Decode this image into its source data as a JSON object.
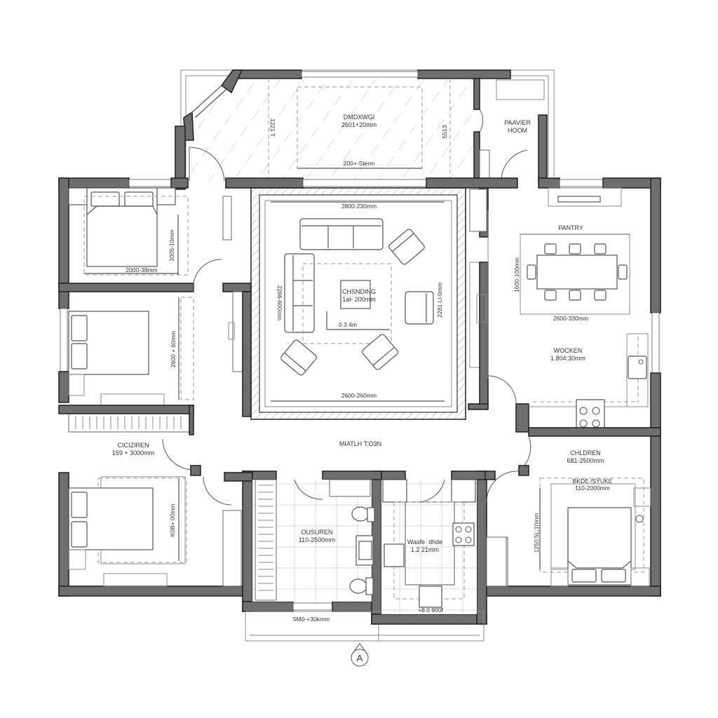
{
  "plan": {
    "type": "residential floor plan",
    "rooms": [
      {
        "id": "dining-top",
        "name": "DMDXWGI",
        "dimension": "2601+20mm",
        "width_dim": "200+-Sterm",
        "side_dims": [
          "1221 T",
          "5513"
        ]
      },
      {
        "id": "powder-room",
        "name_line1": "PAAVIER",
        "name_line2": "HOOM"
      },
      {
        "id": "living",
        "name": "CHSNDING",
        "dimension": "1al- 200mm",
        "top_dim": "2800-230mm",
        "bottom_dim": "2600-260mm",
        "left_dim": "2266-600mm",
        "right_dim": "2281 Ll-0mm",
        "rug_dim": "0.3 4m"
      },
      {
        "id": "pantry",
        "name": "PANTRY",
        "table_dim": "2600-330mm",
        "side_dim": "1600-100mm"
      },
      {
        "id": "kitchen",
        "name": "WOCKEN",
        "dimension": "1.804:30mm"
      },
      {
        "id": "bedroom-1",
        "bed_dim_h": "2000-38mm",
        "bed_dim_v": "2005-10mm"
      },
      {
        "id": "bedroom-2",
        "bed_dim_v": "2600 + 60mm"
      },
      {
        "id": "children-left",
        "name": "CICIZIREN",
        "dimension": "159 + 3000mm",
        "bed_dim_v": "K0B+ 00mm"
      },
      {
        "id": "hall",
        "name": "MIATLH T:O3N"
      },
      {
        "id": "children-right",
        "name": "CHLDREN",
        "dimension": "681-2500mm",
        "inner_name": "BKDE /SYUKE",
        "inner_dim": "110-2000mm",
        "bed_dim_v": "1250.5L:10mm"
      },
      {
        "id": "bathroom",
        "name": "OUSUREN",
        "dimension": "110-2500mm"
      },
      {
        "id": "laundry",
        "name": "Wasfe. dhde",
        "dimension": "1.2 21mm",
        "sink_note": "+8.0  900f"
      }
    ],
    "balcony_dim": "5M0-+30kmm",
    "section_marker": "A"
  }
}
